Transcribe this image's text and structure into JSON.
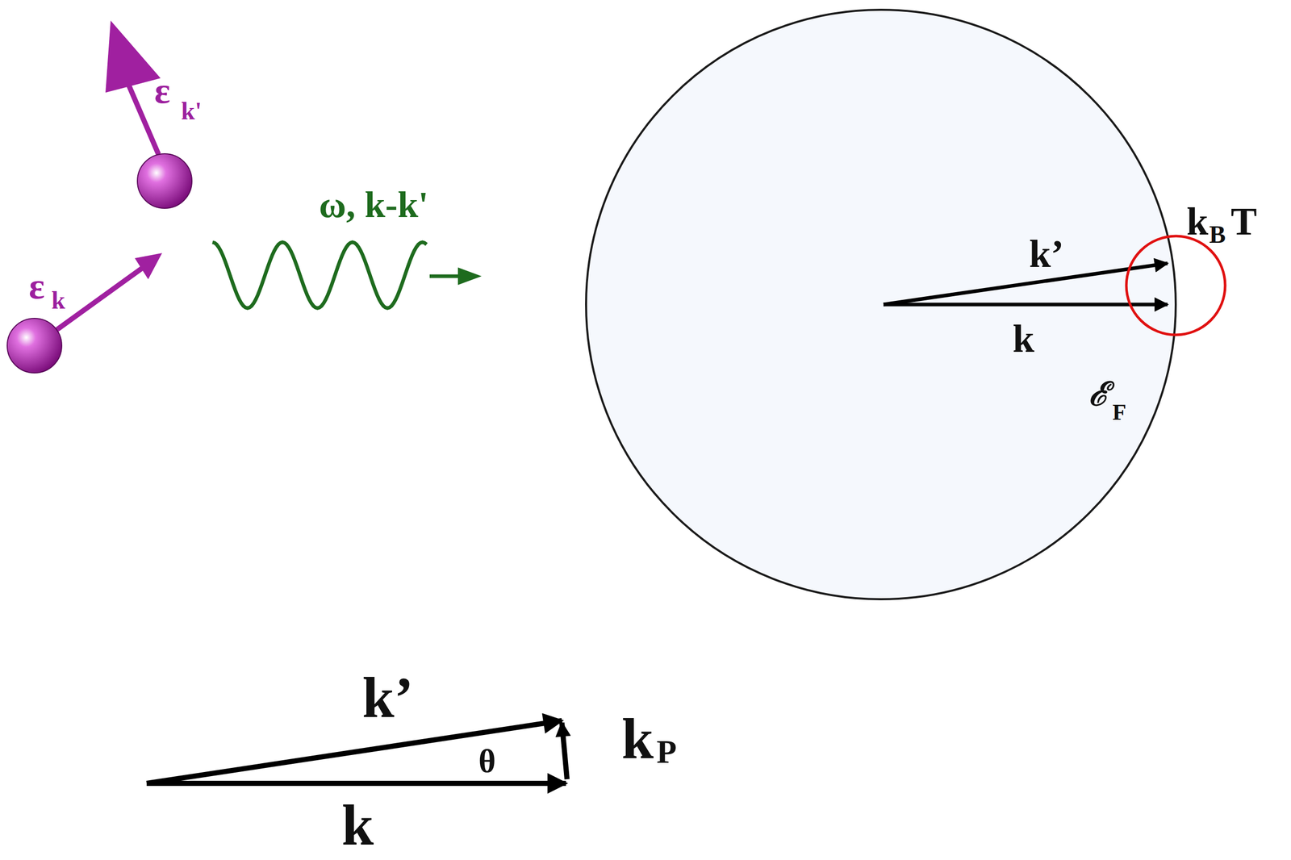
{
  "diagram": {
    "labels": [
      "ε",
      "k'",
      "ε",
      "k",
      "ω, k-k'",
      "k’",
      "k",
      "k",
      "B",
      "T",
      "ℰ",
      "F",
      "k’",
      "θ",
      "k",
      "k",
      "P"
    ]
  }
}
